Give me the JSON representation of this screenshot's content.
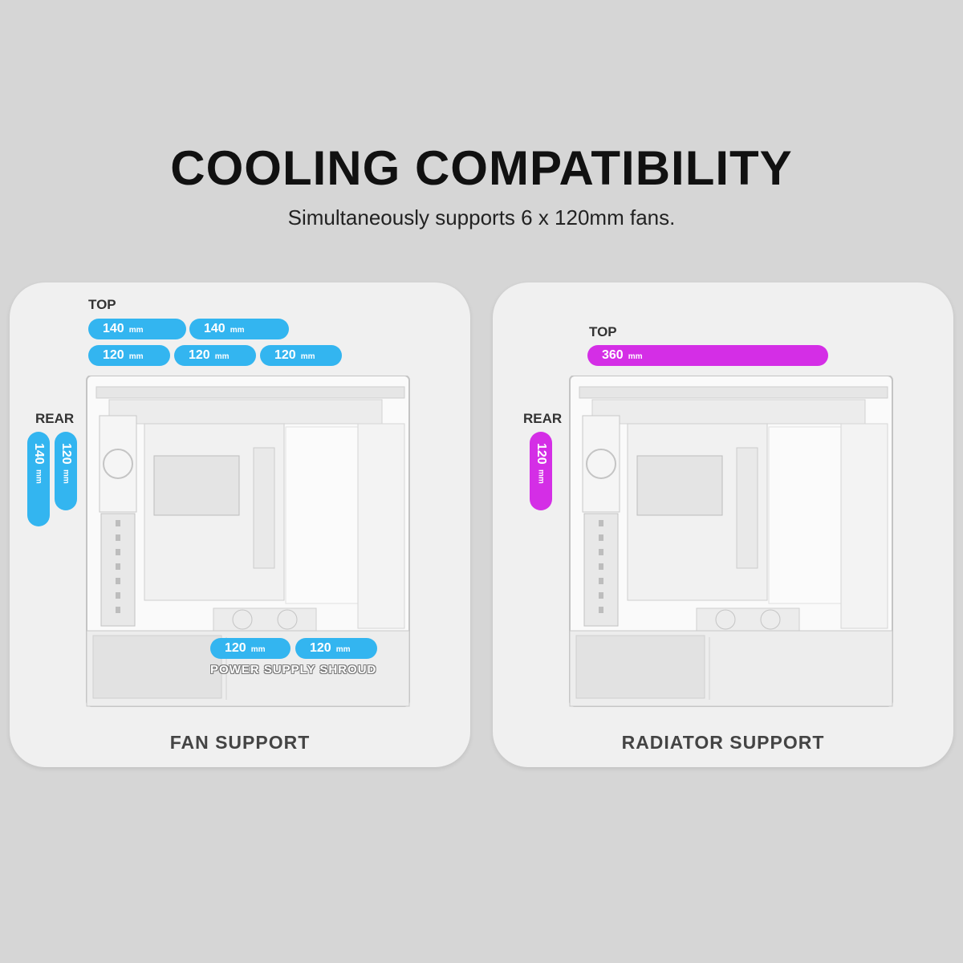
{
  "header": {
    "title": "COOLING COMPATIBILITY",
    "subtitle": "Simultaneously supports 6 x 120mm fans."
  },
  "fan_panel": {
    "caption": "FAN SUPPORT",
    "top_label": "TOP",
    "rear_label": "REAR",
    "top_pills_row1": [
      {
        "size": "140",
        "unit": "mm"
      },
      {
        "size": "140",
        "unit": "mm"
      }
    ],
    "top_pills_row2": [
      {
        "size": "120",
        "unit": "mm"
      },
      {
        "size": "120",
        "unit": "mm"
      },
      {
        "size": "120",
        "unit": "mm"
      }
    ],
    "rear_pills": [
      {
        "size": "140",
        "unit": "mm"
      },
      {
        "size": "120",
        "unit": "mm"
      }
    ],
    "shroud_pills": [
      {
        "size": "120",
        "unit": "mm"
      },
      {
        "size": "120",
        "unit": "mm"
      }
    ],
    "shroud_label": "POWER SUPPLY SHROUD"
  },
  "radiator_panel": {
    "caption": "RADIATOR SUPPORT",
    "top_label": "TOP",
    "rear_label": "REAR",
    "top_pill": {
      "size": "360",
      "unit": "mm"
    },
    "rear_pill": {
      "size": "120",
      "unit": "mm"
    }
  },
  "colors": {
    "fan_accent": "#33b5f0",
    "radiator_accent": "#d42ee6",
    "background": "#d6d6d6",
    "panel": "#f0f0f0"
  }
}
